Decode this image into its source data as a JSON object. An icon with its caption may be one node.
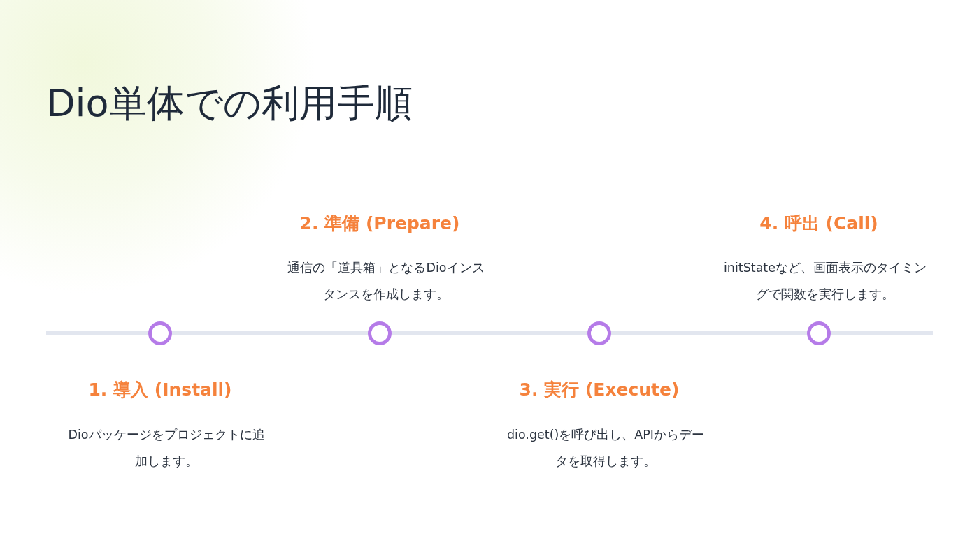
{
  "diagram": {
    "title": "Dio単体での利用手順",
    "nodes": [
      {
        "text": [],
        "shape": "circle",
        "beside": [
          "1. 導入 (Install)",
          "Dioパッケージをプロジェクトに追加します。"
        ]
      },
      {
        "text": [],
        "shape": "circle",
        "beside": [
          "2. 準備 (Prepare)",
          "通信の「道具箱」となるDioインスタンスを作成します。"
        ]
      },
      {
        "text": [],
        "shape": "circle",
        "beside": [
          "3. 実行 (Execute)",
          "dio.get()を呼び出し、APIからデータを取得します。"
        ]
      },
      {
        "text": [],
        "shape": "circle",
        "beside": [
          "4. 呼出 (Call)",
          "initStateなど、画面表示のタイミングで関数を実行します。"
        ]
      }
    ],
    "edges": [
      {
        "from": 0,
        "to": 1,
        "arrow": "none"
      },
      {
        "from": 1,
        "to": 2,
        "arrow": "none"
      },
      {
        "from": 2,
        "to": 3,
        "arrow": "none"
      }
    ]
  }
}
